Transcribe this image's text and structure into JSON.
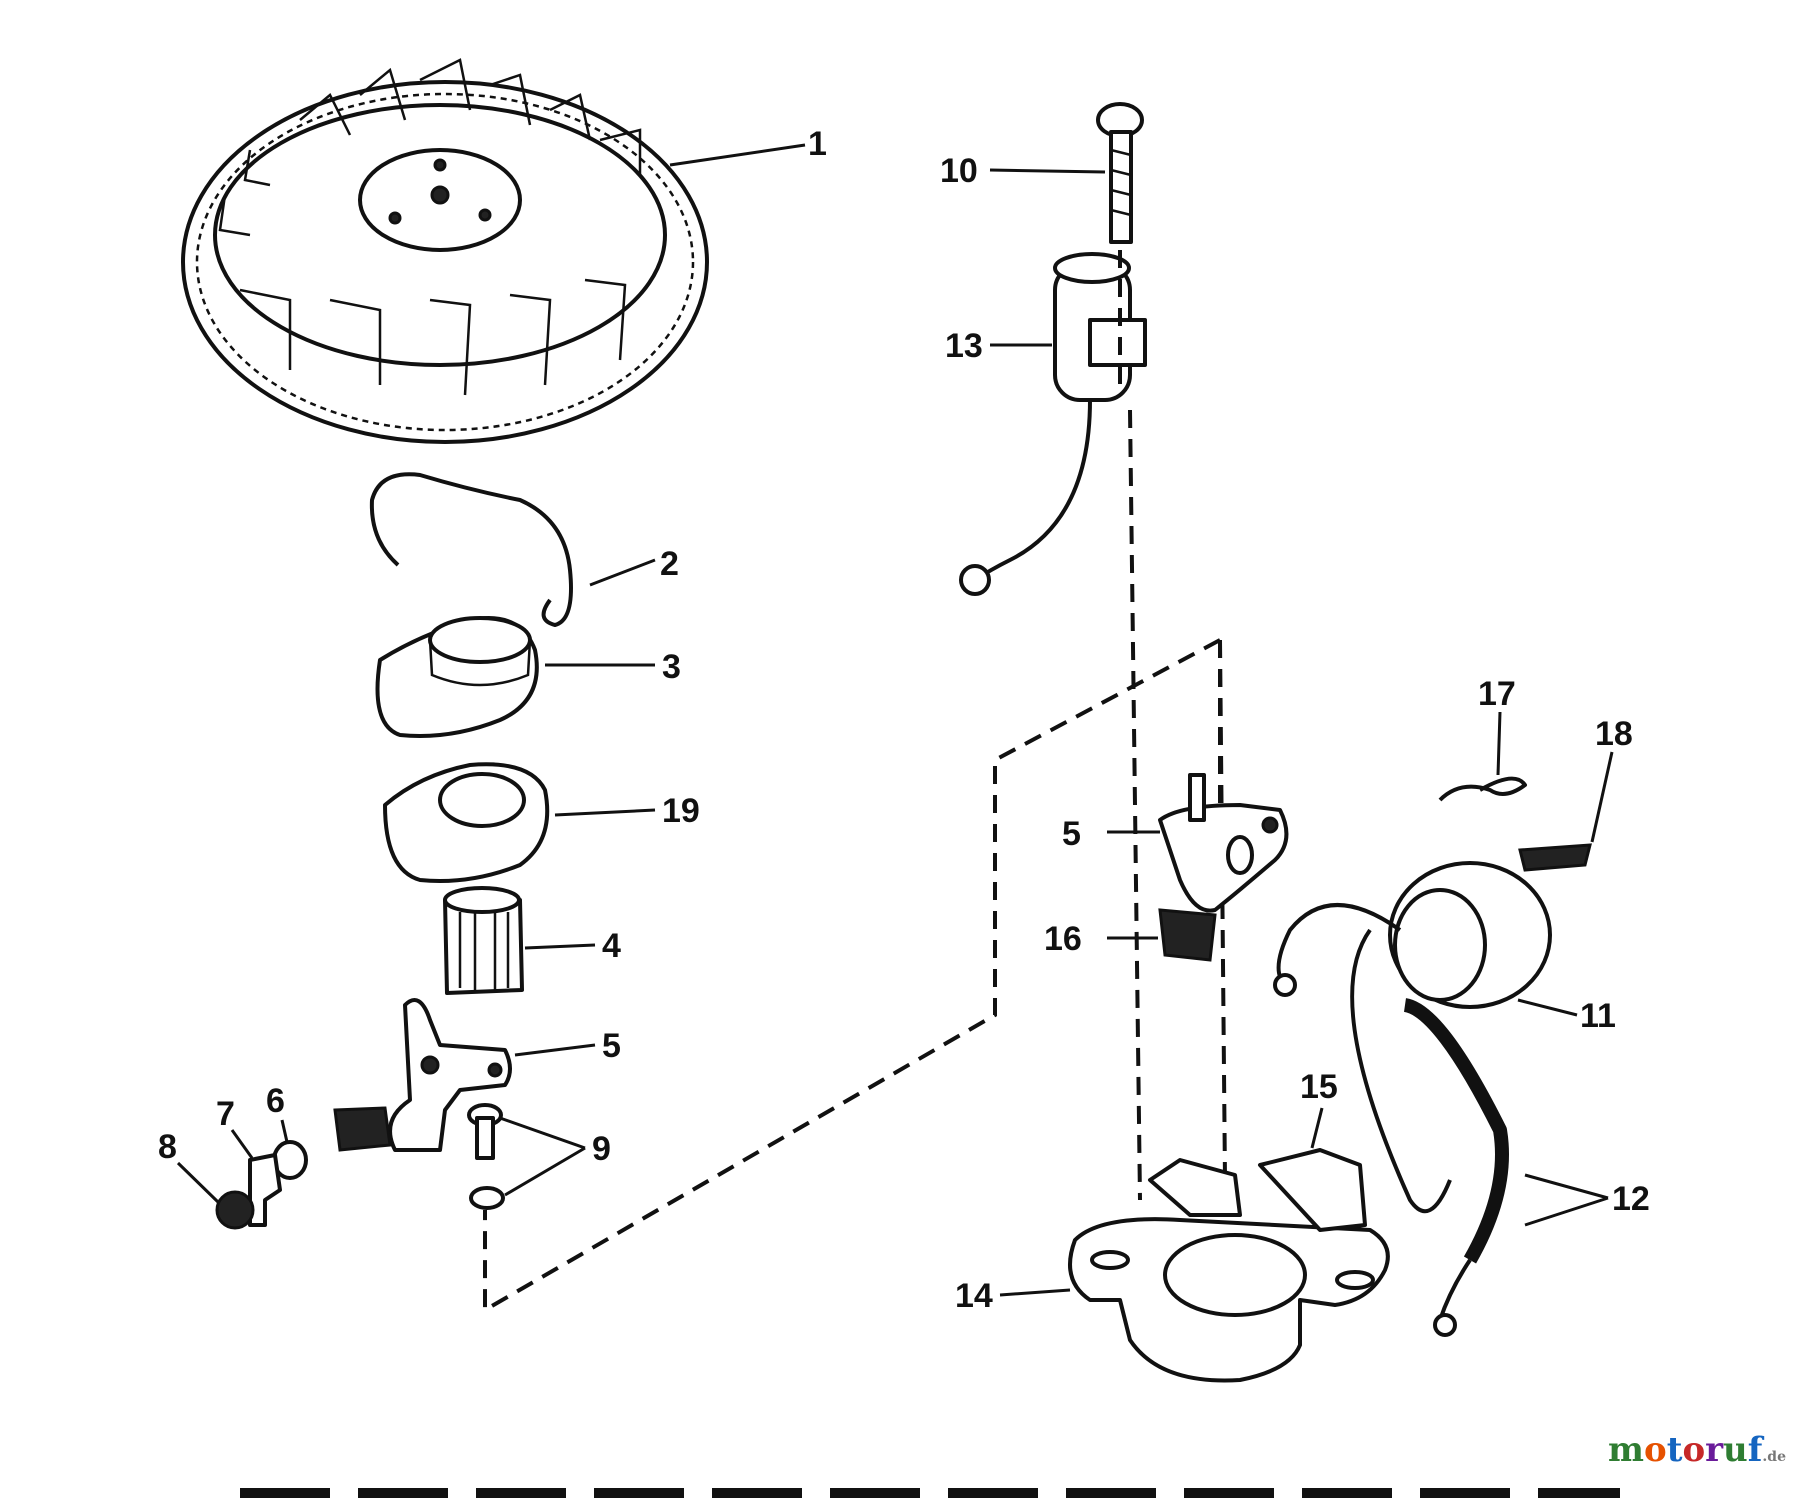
{
  "callouts": [
    {
      "id": "c1",
      "label": "1"
    },
    {
      "id": "c2",
      "label": "2"
    },
    {
      "id": "c3",
      "label": "3"
    },
    {
      "id": "c19",
      "label": "19"
    },
    {
      "id": "c4",
      "label": "4"
    },
    {
      "id": "c5a",
      "label": "5"
    },
    {
      "id": "c6",
      "label": "6"
    },
    {
      "id": "c7",
      "label": "7"
    },
    {
      "id": "c8",
      "label": "8"
    },
    {
      "id": "c9",
      "label": "9"
    },
    {
      "id": "c10",
      "label": "10"
    },
    {
      "id": "c13",
      "label": "13"
    },
    {
      "id": "c5b",
      "label": "5"
    },
    {
      "id": "c16",
      "label": "16"
    },
    {
      "id": "c17",
      "label": "17"
    },
    {
      "id": "c18",
      "label": "18"
    },
    {
      "id": "c11",
      "label": "11"
    },
    {
      "id": "c15",
      "label": "15"
    },
    {
      "id": "c12",
      "label": "12"
    },
    {
      "id": "c14",
      "label": "14"
    }
  ],
  "watermark": {
    "letters": [
      "m",
      "o",
      "t",
      "o",
      "r",
      "u",
      "f"
    ],
    "colors": [
      "#2f7d32",
      "#e65100",
      "#1565c0",
      "#c62828",
      "#6a1b9a",
      "#2e7d32",
      "#1565c0"
    ],
    "suffix": ".de"
  }
}
